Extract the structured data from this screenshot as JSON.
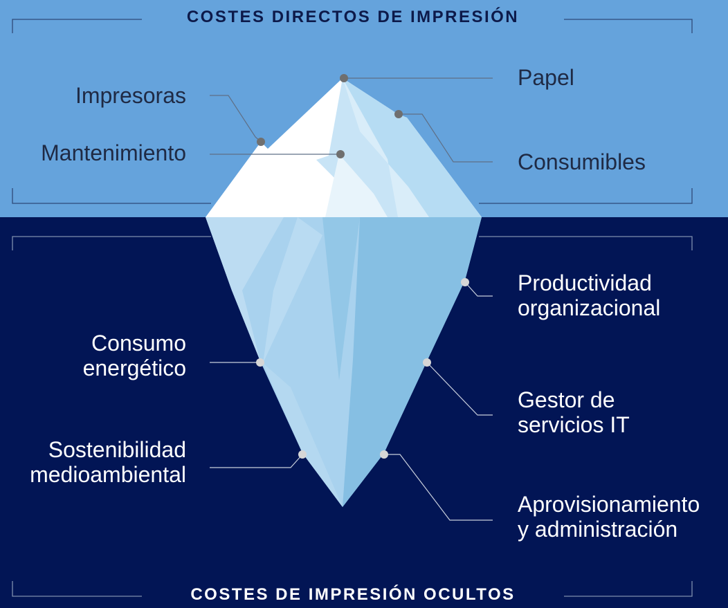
{
  "colors": {
    "sky": "#65a3dc",
    "sea": "#021555",
    "top_text": "#1f2a44",
    "bottom_text": "#ffffff",
    "top_dot": "#6f6f6f",
    "bottom_dot": "#d6d6d6"
  },
  "headers": {
    "top": "COSTES DIRECTOS DE IMPRESIÓN",
    "bottom": "COSTES DE IMPRESIÓN OCULTOS"
  },
  "direct_costs": {
    "printers": "Impresoras",
    "maintenance": "Mantenimiento",
    "paper": "Papel",
    "consumables": "Consumibles"
  },
  "hidden_costs": {
    "productivity": [
      "Productividad",
      "organizacional"
    ],
    "energy": [
      "Consumo",
      "energético"
    ],
    "it_services": [
      "Gestor de",
      "servicios IT"
    ],
    "sustainability": [
      "Sostenibilidad",
      "medioambiental"
    ],
    "provisioning": [
      "Aprovisionamiento",
      "y administración"
    ]
  }
}
